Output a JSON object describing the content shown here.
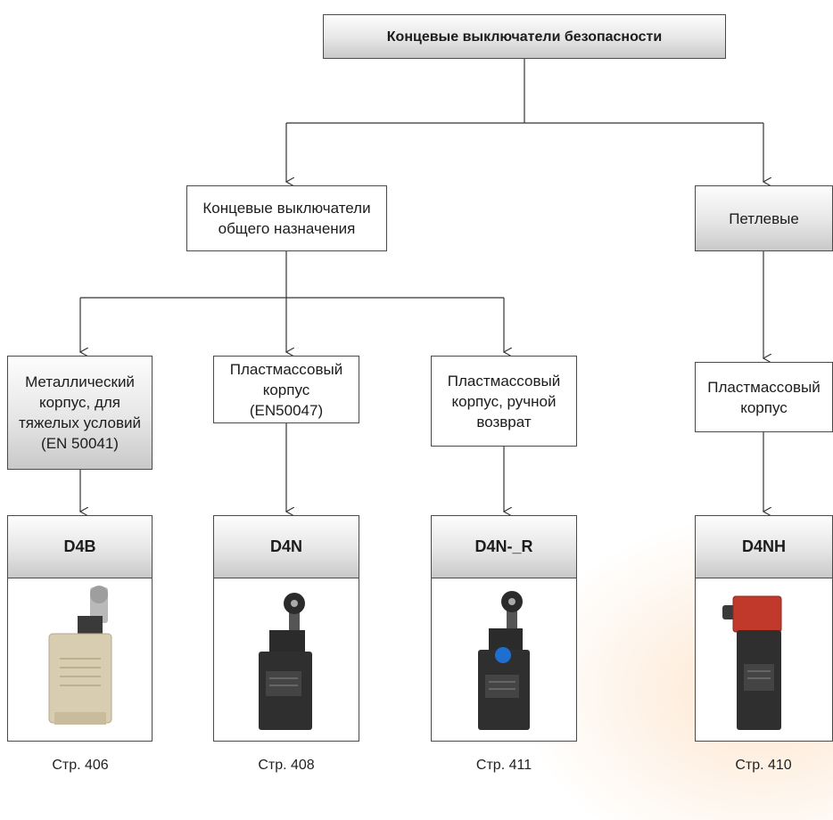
{
  "root": {
    "label": "Концевые выключатели безопасности"
  },
  "categories": {
    "general": {
      "label": "Концевые выключатели общего назначения"
    },
    "loop": {
      "label": "Петлевые"
    }
  },
  "subcategories": {
    "metal": {
      "label": "Металлический корпус, для тяжелых условий (EN 50041)"
    },
    "plastic": {
      "label": "Пластмассовый корпус (EN50047)"
    },
    "plastic_manual": {
      "label": "Пластмассовый корпус, ручной возврат"
    },
    "plastic_loop": {
      "label": "Пластмассовый корпус"
    }
  },
  "products": [
    {
      "model": "D4B",
      "page": "Стр. 406",
      "image_icon": "limit-switch-metal-icon",
      "body_color": "#d8cdb0"
    },
    {
      "model": "D4N",
      "page": "Стр. 408",
      "image_icon": "limit-switch-plastic-icon",
      "body_color": "#2b2b2b"
    },
    {
      "model": "D4N-_R",
      "page": "Стр. 411",
      "image_icon": "limit-switch-manual-reset-icon",
      "body_color": "#2b2b2b",
      "accent_color": "#1e6fd0"
    },
    {
      "model": "D4NH",
      "page": "Стр. 410",
      "image_icon": "limit-switch-red-head-icon",
      "body_color": "#2b2b2b",
      "accent_color": "#c0392b"
    }
  ]
}
